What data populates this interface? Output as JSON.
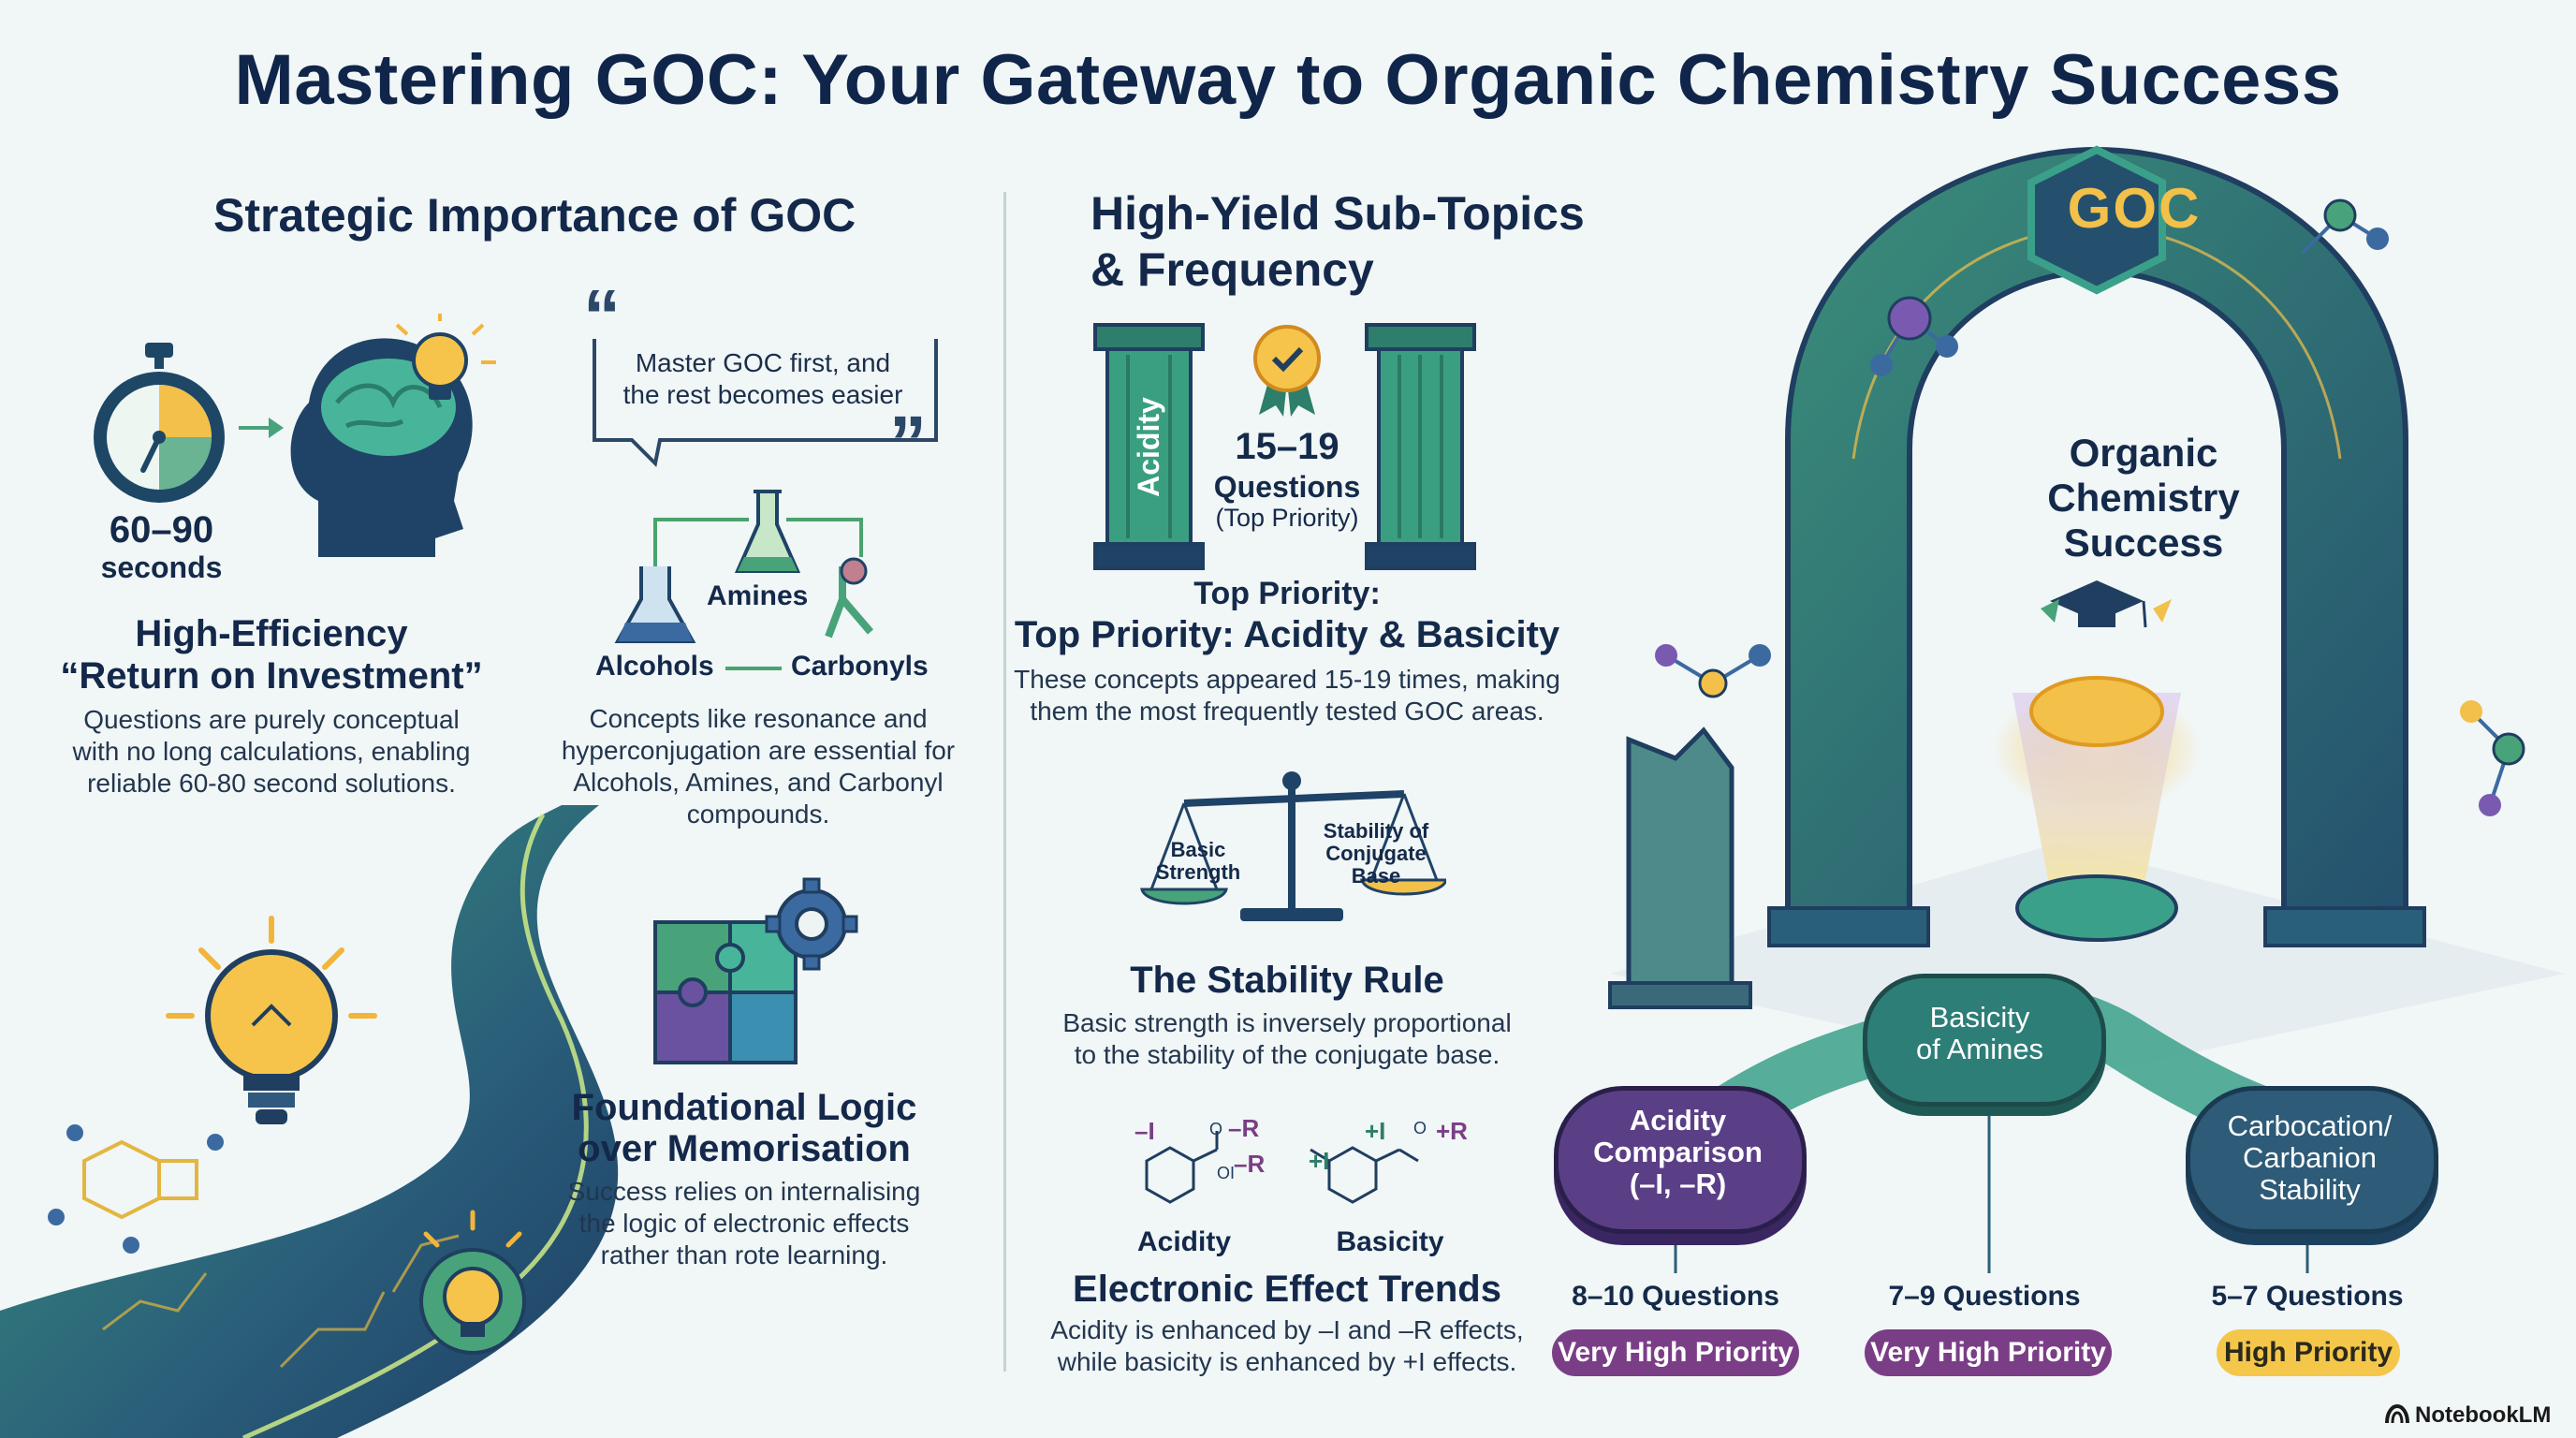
{
  "title": "Mastering GOC: Your Gateway to Organic Chemistry Success",
  "left": {
    "heading": "Strategic Importance of GOC",
    "timer_label_line1": "60–90",
    "timer_label_line2": "seconds",
    "quote_line1": "Master GOC first, and",
    "quote_line2": "the rest becomes easier",
    "amines": "Amines",
    "alcohols": "Alcohols",
    "carbonyls": "Carbonyls",
    "roi_title_line1": "High-Efficiency",
    "roi_title_line2": "“Return on Investment”",
    "roi_body_line1": "Questions are purely conceptual",
    "roi_body_line2": "with no long calculations, enabling",
    "roi_body_line3": "reliable 60-80 second solutions.",
    "concepts_line1": "Concepts like resonance and",
    "concepts_line2": "hyperconjugation are essential for",
    "concepts_line3": "Alcohols, Amines, and Carbonyl",
    "concepts_line4": "compounds.",
    "logic_title_line1": "Foundational Logic",
    "logic_title_line2": "over Memorisation",
    "logic_body_line1": "Success relies on internalising",
    "logic_body_line2": "the logic of electronic effects",
    "logic_body_line3": "rather than rote learning."
  },
  "middle": {
    "heading_line1": "High-Yield Sub-Topics",
    "heading_line2": "& Frequency",
    "pillar_label": "Acidity",
    "count": "15–19",
    "count_unit": "Questions",
    "count_note": "(Top Priority)",
    "priority_small": "Top Priority:",
    "priority_title": "Top Priority: Acidity & Basicity",
    "priority_body_line1": "These concepts appeared 15-19 times, making",
    "priority_body_line2": "them the most frequently tested GOC areas.",
    "scale_left_line1": "Basic",
    "scale_left_line2": "Strength",
    "scale_right_line1": "Stability of",
    "scale_right_line2": "Conjugate",
    "scale_right_line3": "Base",
    "stability_title": "The Stability Rule",
    "stability_body_line1": "Basic strength is inversely proportional",
    "stability_body_line2": "to the stability of the conjugate base.",
    "mol_acid_sub1": "–I",
    "mol_acid_sub2": "–R",
    "mol_acid_sub3": "–R",
    "mol_acid_o": "O",
    "mol_acid_ol": "OI",
    "mol_base_sub1": "+I",
    "mol_base_sub2": "+I",
    "mol_base_sub3": "+R",
    "mol_base_o": "O",
    "acidity_label": "Acidity",
    "basicity_label": "Basicity",
    "trend_title": "Electronic Effect Trends",
    "trend_body_line1": "Acidity is enhanced by –I and –R effects,",
    "trend_body_line2": "while basicity is enhanced by +I effects."
  },
  "right": {
    "arch_badge": "GOC",
    "success_line1": "Organic",
    "success_line2": "Chemistry",
    "success_line3": "Success",
    "nodes": [
      {
        "line1": "Acidity",
        "line2": "Comparison",
        "line3": "(–I, –R)",
        "questions": "8–10 Questions",
        "priority": "Very High Priority"
      },
      {
        "line1": "Basicity",
        "line2": "of Amines",
        "line3": "",
        "questions": "7–9 Questions",
        "priority": "Very High Priority"
      },
      {
        "line1": "Carbocation/",
        "line2": "Carbanion",
        "line3": "Stability",
        "questions": "5–7 Questions",
        "priority": "High Priority"
      }
    ],
    "colors": {
      "very_high": "#7a3e86",
      "high": "#f4c64a",
      "node_purple": "#5b3f86",
      "node_teal": "#2e7e78",
      "node_navy": "#2d5b78"
    }
  },
  "brand": "NotebookLM"
}
